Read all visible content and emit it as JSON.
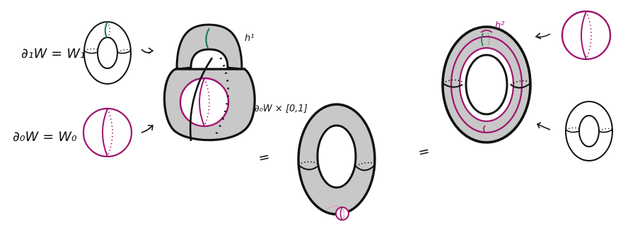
{
  "labels": {
    "w1_main": "∂₁W = W₁",
    "w0_main": "∂₀W = W₀",
    "h1": "h¹",
    "h2": "h²",
    "collar": "∂₀W × [0,1]",
    "equals_left": "=",
    "equals_right": "="
  },
  "colors": {
    "magenta": "#a0146e",
    "green": "#1f7a55",
    "gray_fill": "#c8c8c8",
    "ink": "#111111"
  }
}
